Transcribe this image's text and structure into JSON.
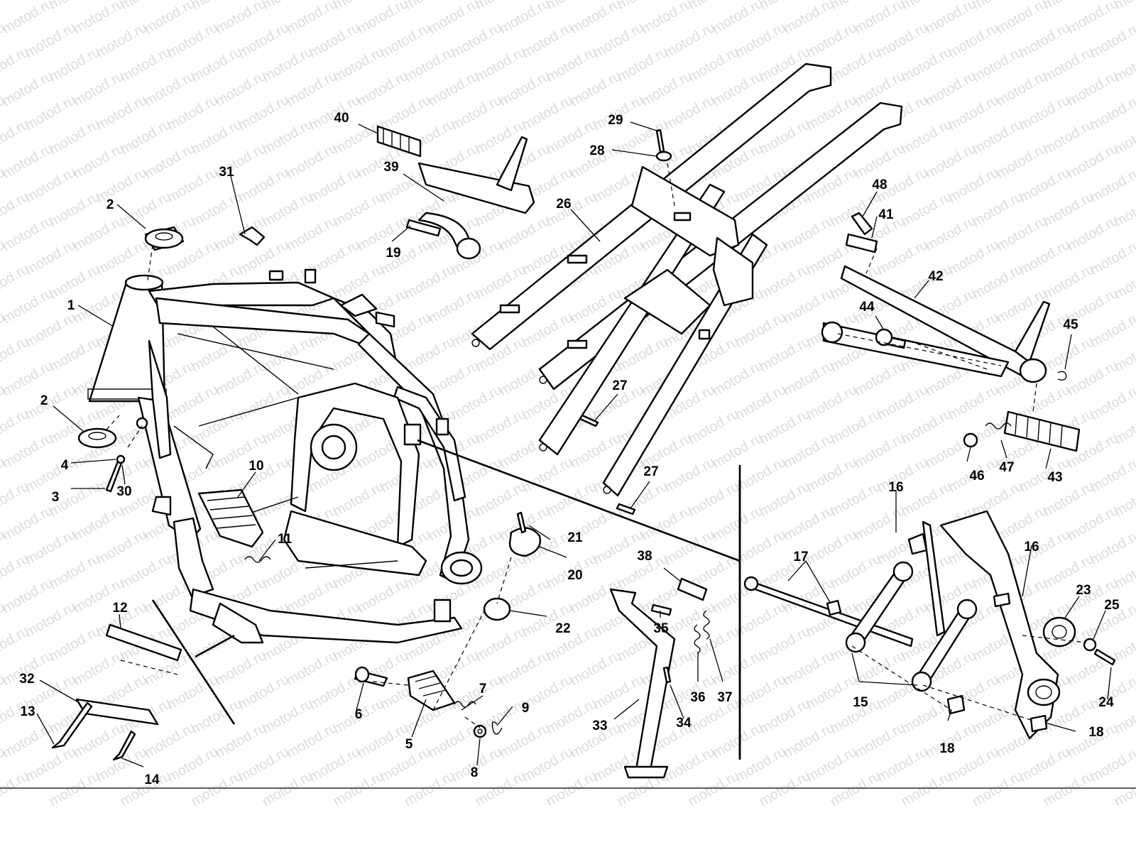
{
  "watermark": {
    "text": "motod.ru",
    "color": "#dcdcdc"
  },
  "colors": {
    "line": "#000000",
    "background": "#ffffff"
  },
  "callouts": {
    "c1": "1",
    "c2a": "2",
    "c2b": "2",
    "c3": "3",
    "c4": "4",
    "c5": "5",
    "c6": "6",
    "c7": "7",
    "c8": "8",
    "c9": "9",
    "c10": "10",
    "c11": "11",
    "c12": "12",
    "c13": "13",
    "c14": "14",
    "c15": "15",
    "c16a": "16",
    "c16b": "16",
    "c17": "17",
    "c18a": "18",
    "c18b": "18",
    "c19": "19",
    "c20": "20",
    "c21": "21",
    "c22": "22",
    "c23": "23",
    "c24": "24",
    "c25": "25",
    "c26": "26",
    "c27a": "27",
    "c27b": "27",
    "c28": "28",
    "c29": "29",
    "c30": "30",
    "c31": "31",
    "c32": "32",
    "c33": "33",
    "c34": "34",
    "c35": "35",
    "c36": "36",
    "c37": "37",
    "c38": "38",
    "c39": "39",
    "c40": "40",
    "c41": "41",
    "c42": "42",
    "c43": "43",
    "c44": "44",
    "c45": "45",
    "c46": "46",
    "c47": "47",
    "c48": "48"
  }
}
